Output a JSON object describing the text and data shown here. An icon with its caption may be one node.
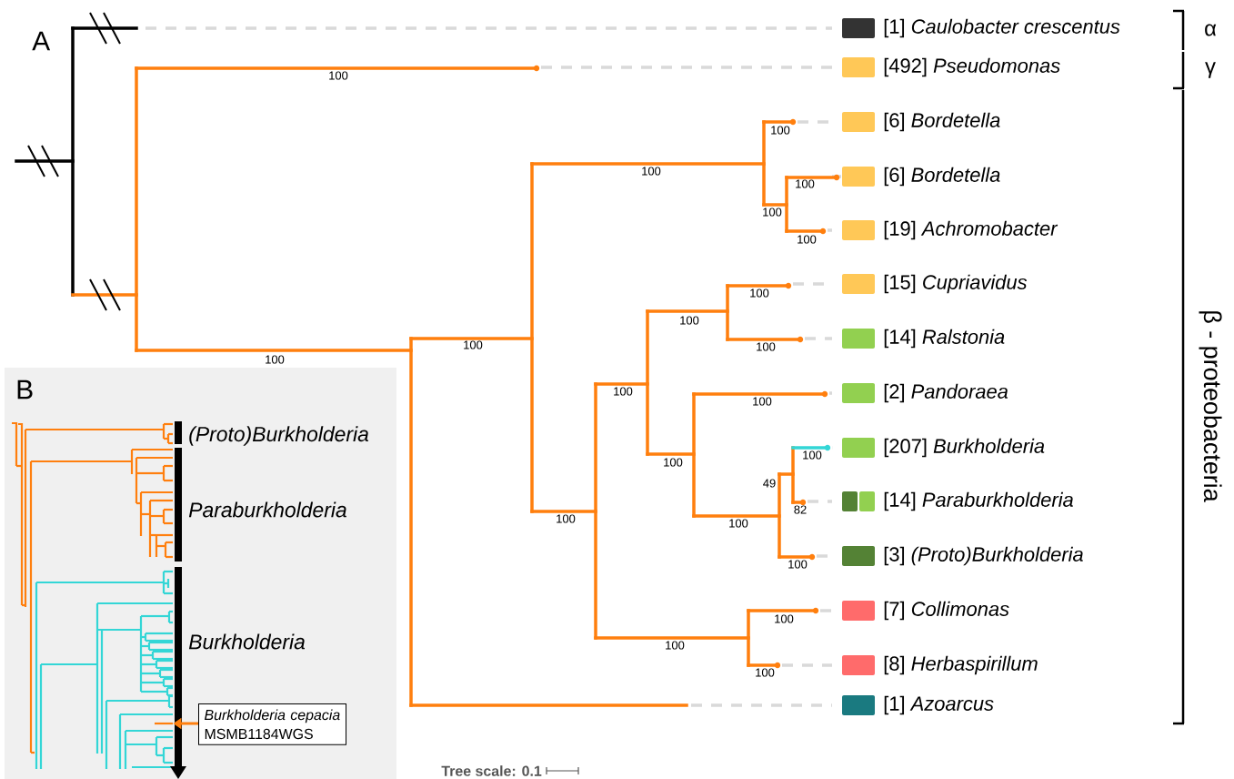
{
  "diagram": {
    "nodes": [
      {
        "text": [
          "*Burkholderia cepacia* MSMB1184WGS"
        ]
      },
      {
        "text": [],
        "shape": "picture",
        "beside": [
          "(Proto)Burkholderia",
          "Paraburkholderia",
          "Burkholderia"
        ]
      }
    ],
    "edges": [
      {
        "from": 0,
        "to": 1,
        "arrow": "to"
      }
    ],
    "labels": [
      "A",
      "[1] *Caulobacter crescentus*",
      "[492] *Pseudomonas*",
      "[6] *Bordetella*",
      "[6] *Bordetella*",
      "[19] *Achromobacter*",
      "[15] *Cupriavidus*",
      "[14] *Ralstonia*",
      "[2] *Pandoraea*",
      "[207] *Burkholderia*",
      "[14] *Paraburkholderia*",
      "[3] *(Proto)Burkholderia*",
      "[7] *Collimonas*",
      "[8] *Herbaspirillum*",
      "[1] *Azoarcus*",
      "100",
      "100",
      "100",
      "100",
      "100",
      "100",
      "100",
      "100",
      "100",
      "100",
      "100",
      "100",
      "100",
      "100",
      "100",
      "49",
      "82",
      "100",
      "100",
      "100",
      "100",
      "100",
      "100",
      "α",
      "γ",
      "β - proteobacteria",
      "B",
      "Tree scale: 0.1"
    ]
  }
}
